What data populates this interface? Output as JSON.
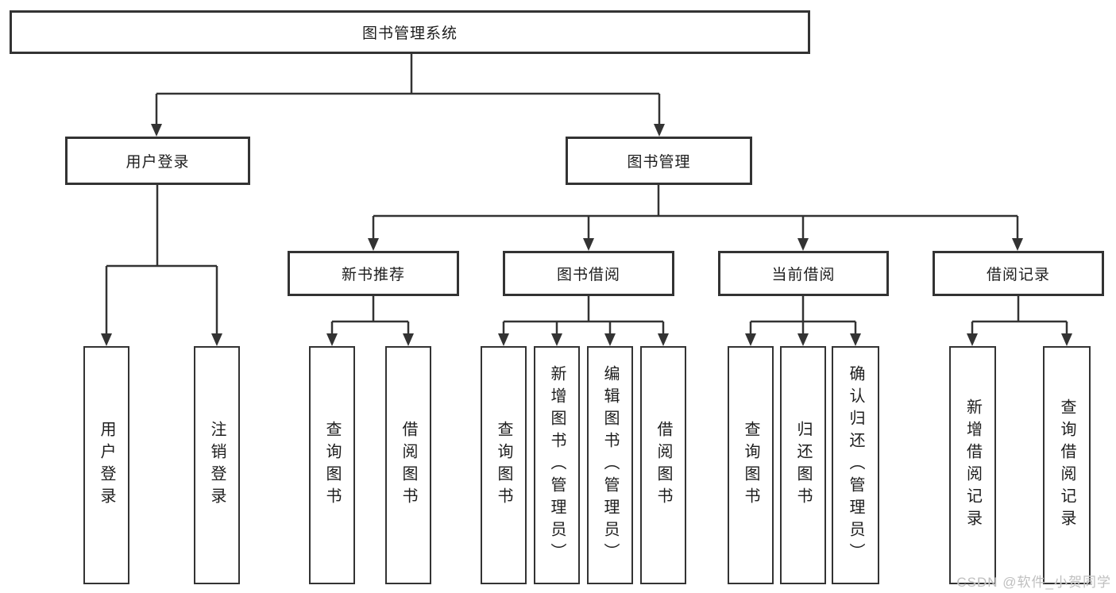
{
  "tree": {
    "root": {
      "label": "图书管理系统"
    },
    "login": {
      "label": "用户登录",
      "children": [
        {
          "label": "用户登录"
        },
        {
          "label": "注销登录"
        }
      ]
    },
    "management": {
      "label": "图书管理",
      "sections": [
        {
          "label": "新书推荐",
          "children": [
            {
              "label": "查询图书"
            },
            {
              "label": "借阅图书"
            }
          ]
        },
        {
          "label": "图书借阅",
          "children": [
            {
              "label": "查询图书"
            },
            {
              "label": "新增图书（管理员）"
            },
            {
              "label": "编辑图书（管理员）"
            },
            {
              "label": "借阅图书"
            }
          ]
        },
        {
          "label": "当前借阅",
          "children": [
            {
              "label": "查询图书"
            },
            {
              "label": "归还图书"
            },
            {
              "label": "确认归还（管理员）"
            }
          ]
        },
        {
          "label": "借阅记录",
          "children": [
            {
              "label": "新增借阅记录"
            },
            {
              "label": "查询借阅记录"
            }
          ]
        }
      ]
    }
  },
  "watermark": "CSDN @软件_小贺同学",
  "colors": {
    "line": "#333333",
    "text": "#1d1d1d",
    "watermark": "#bfbfbf",
    "background": "#ffffff"
  }
}
